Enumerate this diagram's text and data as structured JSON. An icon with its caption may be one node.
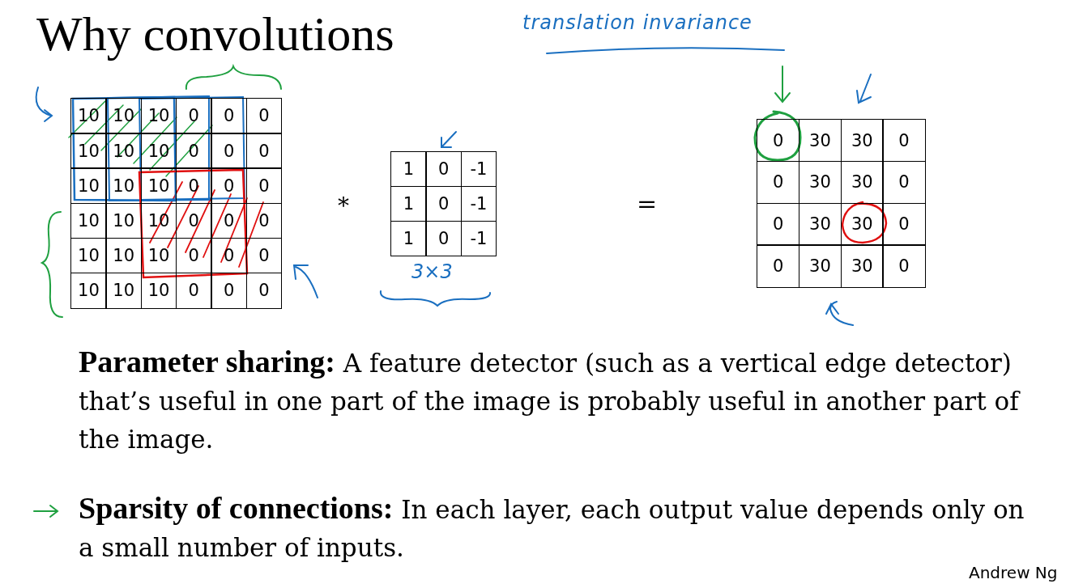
{
  "diagram": {
    "title": "Why convolutions",
    "labels": [
      "translation invariance",
      "10",
      "10",
      "10",
      "0",
      "0",
      "0",
      "10",
      "10",
      "10",
      "0",
      "0",
      "0",
      "10",
      "10",
      "10",
      "0",
      "0",
      "0",
      "10",
      "10",
      "10",
      "0",
      "0",
      "0",
      "10",
      "10",
      "10",
      "0",
      "0",
      "0",
      "10",
      "10",
      "10",
      "0",
      "0",
      "0",
      "*",
      "1",
      "0",
      "-1",
      "1",
      "0",
      "-1",
      "1",
      "0",
      "-1",
      "3×3",
      "=",
      "0",
      "30",
      "30",
      "0",
      "0",
      "30",
      "30",
      "0",
      "0",
      "30",
      "30",
      "0",
      "0",
      "30",
      "30",
      "0",
      "**Parameter sharing:** A feature detector (such as a vertical edge detector) that’s useful in one part of the image is probably useful in another part of the image.",
      "**Sparsity of connections:** In each layer, each output value depends only on a small number of inputs.",
      "Andrew Ng"
    ]
  }
}
